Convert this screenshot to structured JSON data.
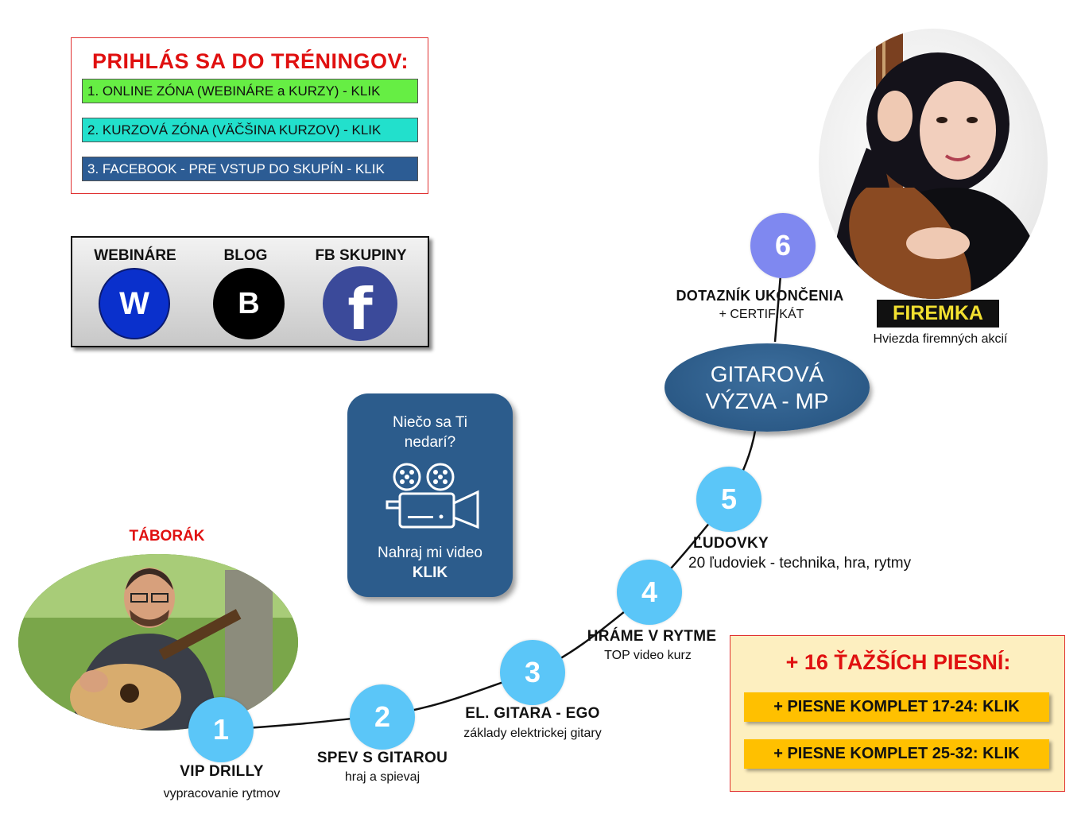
{
  "login": {
    "title": "PRIHLÁS SA DO TRÉNINGOV:",
    "buttons": [
      {
        "label": "1. ONLINE ZÓNA (WEBINÁRE a KURZY) - KLIK",
        "color": "#66ee44"
      },
      {
        "label": "2. KURZOVÁ ZÓNA (VÄČŠINA KURZOV) - KLIK",
        "color": "#22e0cc"
      },
      {
        "label": "3. FACEBOOK - PRE VSTUP DO SKUPÍN - KLIK",
        "color": "#2c5c94"
      }
    ]
  },
  "links": {
    "items": [
      {
        "label": "WEBINÁRE",
        "letter": "W",
        "color": "#0a30cc",
        "icon": "webinar-icon"
      },
      {
        "label": "BLOG",
        "letter": "B",
        "color": "#000000",
        "icon": "blog-icon"
      },
      {
        "label": "FB SKUPINY",
        "letter": "f",
        "color": "#3b4a9a",
        "icon": "facebook-icon"
      }
    ]
  },
  "steps": [
    {
      "number": "1",
      "title": "VIP DRILLY",
      "subtitle": "vypracovanie rytmov"
    },
    {
      "number": "2",
      "title": "SPEV S GITAROU",
      "subtitle": "hraj a spievaj"
    },
    {
      "number": "3",
      "title": "EL. GITARA - EGO",
      "subtitle": "základy elektrickej gitary"
    },
    {
      "number": "4",
      "title": "HRÁME V RYTME",
      "subtitle": "TOP video kurz"
    },
    {
      "number": "5",
      "title": "ĽUDOVKY",
      "subtitle": "20 ľudoviek - technika, hra, rytmy"
    },
    {
      "number": "6",
      "title": "DOTAZNÍK UKONČENIA",
      "subtitle": "+ CERTIFIKÁT"
    }
  ],
  "challenge": {
    "line1": "GITAROVÁ",
    "line2": "VÝZVA - MP"
  },
  "video_box": {
    "line1": "Niečo sa Ti",
    "line2": "nedarí?",
    "line3": "Nahraj mi video",
    "link": "KLIK",
    "icon": "video-camera-icon"
  },
  "songs": {
    "title": "+ 16 ŤAŽŠÍCH PIESNÍ:",
    "buttons": [
      "+ PIESNE KOMPLET 17-24: KLIK",
      "+ PIESNE KOMPLET 25-32: KLIK"
    ]
  },
  "taborak": {
    "label": "TÁBORÁK"
  },
  "firemka": {
    "label": "FIREMKA",
    "caption": "Hviezda firemných akcií"
  },
  "colors": {
    "accent_red": "#e01010",
    "step_blue": "#5bc6f8",
    "step6_purple": "#7f88f0",
    "dark_blue": "#2c5c8c",
    "song_yellow": "#ffc000"
  }
}
